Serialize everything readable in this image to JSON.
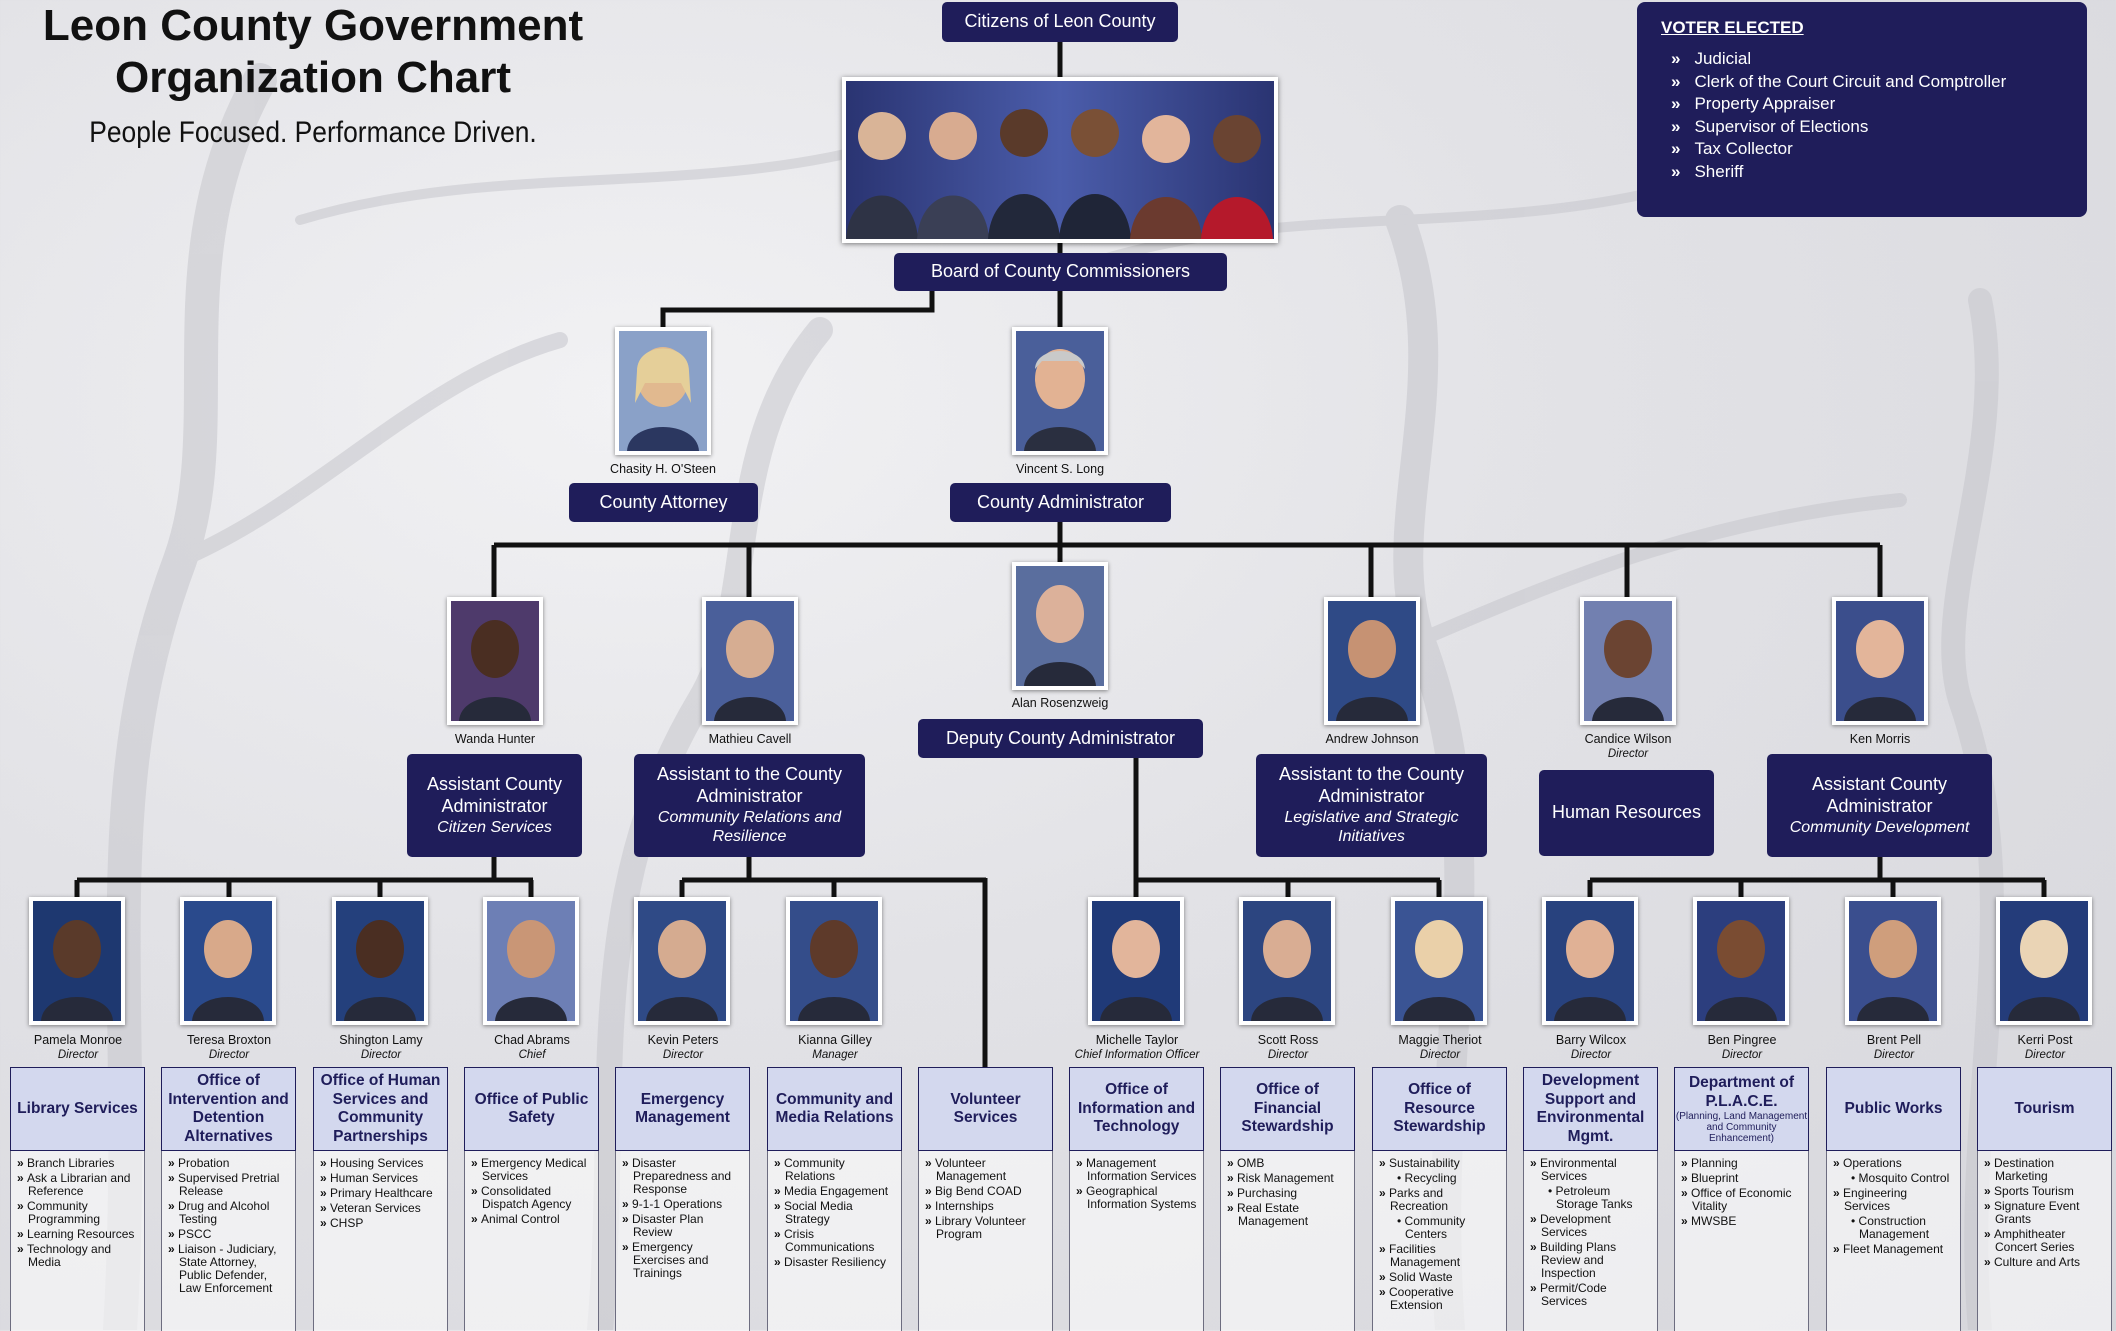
{
  "header": {
    "title_line1": "Leon County Government",
    "title_line2": "Organization Chart",
    "tagline": "People Focused. Performance Driven."
  },
  "voter_elected": {
    "heading": "VOTER ELECTED",
    "items": [
      "Judicial",
      "Clerk of the Court Circuit and Comptroller",
      "Property Appraiser",
      "Supervisor of Elections",
      "Tax Collector",
      "Sheriff"
    ]
  },
  "top": {
    "citizens": "Citizens of Leon County",
    "board": "Board of County Commissioners"
  },
  "leaders": {
    "attorney_name": "Chasity H. O'Steen",
    "attorney_role": "County Attorney",
    "administrator_name": "Vincent S. Long",
    "administrator_role": "County Administrator"
  },
  "managers": [
    {
      "name": "Wanda Hunter",
      "title": "",
      "role": "Assistant County Administrator",
      "sub": "Citizen Services"
    },
    {
      "name": "Mathieu Cavell",
      "title": "",
      "role": "Assistant to the County Administrator",
      "sub": "Community Relations and Resilience"
    },
    {
      "name": "Alan Rosenzweig",
      "title": "",
      "role": "Deputy County Administrator",
      "sub": ""
    },
    {
      "name": "Andrew Johnson",
      "title": "",
      "role": "Assistant to the County Administrator",
      "sub": "Legislative and Strategic Initiatives"
    },
    {
      "name": "Candice Wilson",
      "title": "Director",
      "role": "Human Resources",
      "sub": ""
    },
    {
      "name": "Ken Morris",
      "title": "",
      "role": "Assistant County Administrator",
      "sub": "Community Development"
    }
  ],
  "departments": [
    {
      "name": "Pamela Monroe",
      "title": "Director",
      "dept": "Library Services",
      "note": "",
      "items": [
        {
          "t": "Branch Libraries"
        },
        {
          "t": "Ask a Librarian and Reference"
        },
        {
          "t": "Community Programming"
        },
        {
          "t": "Learning Resources"
        },
        {
          "t": "Technology and Media"
        }
      ]
    },
    {
      "name": "Teresa Broxton",
      "title": "Director",
      "dept": "Office of Intervention and Detention Alternatives",
      "note": "",
      "items": [
        {
          "t": "Probation"
        },
        {
          "t": "Supervised Pretrial Release"
        },
        {
          "t": "Drug and Alcohol Testing"
        },
        {
          "t": "PSCC"
        },
        {
          "t": "Liaison - Judiciary, State Attorney, Public Defender, Law Enforcement"
        }
      ]
    },
    {
      "name": "Shington Lamy",
      "title": "Director",
      "dept": "Office of Human Services and Community Partnerships",
      "note": "",
      "items": [
        {
          "t": "Housing Services"
        },
        {
          "t": "Human Services"
        },
        {
          "t": "Primary Healthcare"
        },
        {
          "t": "Veteran Services"
        },
        {
          "t": "CHSP"
        }
      ]
    },
    {
      "name": "Chad Abrams",
      "title": "Chief",
      "dept": "Office of Public Safety",
      "note": "",
      "items": [
        {
          "t": "Emergency Medical Services"
        },
        {
          "t": "Consolidated Dispatch Agency"
        },
        {
          "t": "Animal Control"
        }
      ]
    },
    {
      "name": "Kevin Peters",
      "title": "Director",
      "dept": "Emergency Management",
      "note": "",
      "items": [
        {
          "t": "Disaster Preparedness and Response"
        },
        {
          "t": "9-1-1 Operations"
        },
        {
          "t": "Disaster Plan Review"
        },
        {
          "t": "Emergency Exercises and Trainings"
        }
      ]
    },
    {
      "name": "Kianna Gilley",
      "title": "Manager",
      "dept": "Community and Media Relations",
      "note": "",
      "items": [
        {
          "t": "Community Relations"
        },
        {
          "t": "Media Engagement"
        },
        {
          "t": "Social Media Strategy"
        },
        {
          "t": "Crisis Communications"
        },
        {
          "t": "Disaster Resiliency"
        }
      ]
    },
    {
      "name": "",
      "title": "",
      "dept": "Volunteer Services",
      "note": "",
      "items": [
        {
          "t": "Volunteer Management"
        },
        {
          "t": "Big Bend COAD"
        },
        {
          "t": "Internships"
        },
        {
          "t": "Library Volunteer Program"
        }
      ]
    },
    {
      "name": "Michelle Taylor",
      "title": "Chief Information Officer",
      "dept": "Office of Information and Technology",
      "note": "",
      "items": [
        {
          "t": "Management Information Services"
        },
        {
          "t": "Geographical Information Systems"
        }
      ]
    },
    {
      "name": "Scott Ross",
      "title": "Director",
      "dept": "Office of Financial Stewardship",
      "note": "",
      "items": [
        {
          "t": "OMB"
        },
        {
          "t": "Risk Management"
        },
        {
          "t": "Purchasing"
        },
        {
          "t": "Real Estate Management"
        }
      ]
    },
    {
      "name": "Maggie Theriot",
      "title": "Director",
      "dept": "Office of Resource Stewardship",
      "note": "",
      "items": [
        {
          "t": "Sustainability"
        },
        {
          "t": "Recycling",
          "sub": true
        },
        {
          "t": "Parks and Recreation"
        },
        {
          "t": "Community Centers",
          "sub": true
        },
        {
          "t": "Facilities Management"
        },
        {
          "t": "Solid Waste"
        },
        {
          "t": "Cooperative Extension"
        }
      ]
    },
    {
      "name": "Barry Wilcox",
      "title": "Director",
      "dept": "Development Support and Environmental Mgmt.",
      "note": "",
      "items": [
        {
          "t": "Environmental Services"
        },
        {
          "t": "Petroleum Storage Tanks",
          "sub": true
        },
        {
          "t": "Development Services"
        },
        {
          "t": "Building Plans Review and Inspection"
        },
        {
          "t": "Permit/Code Services"
        }
      ]
    },
    {
      "name": "Ben Pingree",
      "title": "Director",
      "dept": "Department of P.L.A.C.E.",
      "note": "(Planning, Land Management and Community Enhancement)",
      "items": [
        {
          "t": "Planning"
        },
        {
          "t": "Blueprint"
        },
        {
          "t": "Office of Economic Vitality"
        },
        {
          "t": "MWSBE"
        }
      ]
    },
    {
      "name": "Brent Pell",
      "title": "Director",
      "dept": "Public Works",
      "note": "",
      "items": [
        {
          "t": "Operations"
        },
        {
          "t": "Mosquito Control",
          "sub": true
        },
        {
          "t": "Engineering Services"
        },
        {
          "t": "Construction Management",
          "sub": true
        },
        {
          "t": "Fleet Management"
        }
      ]
    },
    {
      "name": "Kerri Post",
      "title": "Director",
      "dept": "Tourism",
      "note": "",
      "items": [
        {
          "t": "Destination Marketing"
        },
        {
          "t": "Sports Tourism"
        },
        {
          "t": "Signature Event Grants"
        },
        {
          "t": "Amphitheater Concert Series"
        },
        {
          "t": "Culture and Arts"
        }
      ]
    }
  ],
  "colors": {
    "navy": "#1f1d5a",
    "dept_header": "#d3d8ee",
    "line": "#111111"
  }
}
